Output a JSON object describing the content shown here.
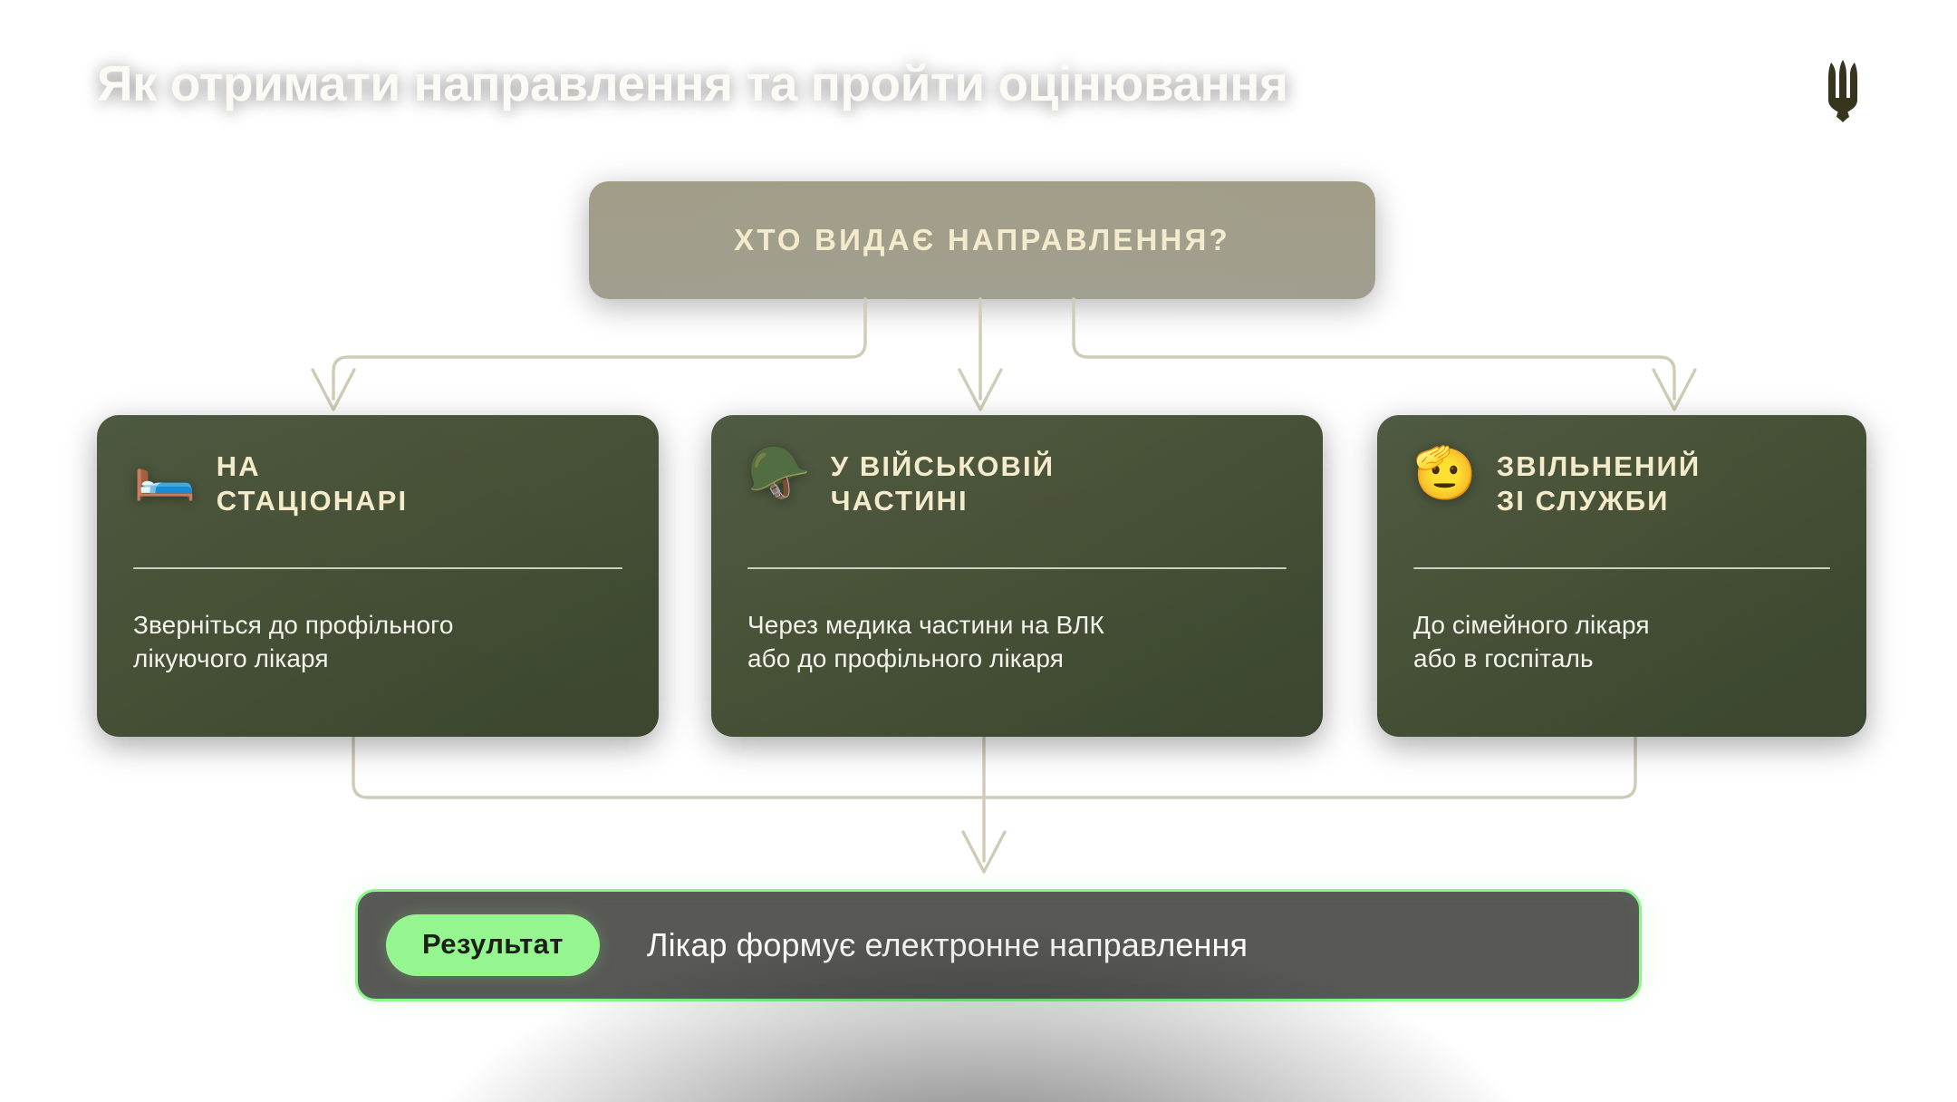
{
  "header": {
    "title": "Як отримати направлення та пройти оцінювання",
    "logo_icon": "ukraine-trident-shield-icon"
  },
  "flow": {
    "question_box": {
      "label": "ХТО ВИДАЄ НАПРАВЛЕННЯ?"
    },
    "cards": [
      {
        "emoji": "🛏️",
        "emoji_name": "bed-icon",
        "title": "НА\nСТАЦІОНАРІ",
        "body": "Зверніться до профільного\nлікуючого лікаря"
      },
      {
        "emoji": "🪖",
        "emoji_name": "military-helmet-icon",
        "title": "У ВІЙСЬКОВІЙ\nЧАСТИНІ",
        "body": "Через медика частини на ВЛК\nабо до профільного лікаря"
      },
      {
        "emoji": "🫡",
        "emoji_name": "saluting-face-icon",
        "title": "ЗВІЛЬНЕНИЙ\nЗІ СЛУЖБИ",
        "body": "До сімейного лікаря\nабо в госпіталь"
      }
    ],
    "result": {
      "pill_label": "Результат",
      "text": "Лікар формує електронне направлення"
    }
  },
  "colors": {
    "background_top": "#3b3829",
    "background_bottom": "#181713",
    "card_green": "#475136",
    "question_box": "#6e684a",
    "cream_text": "#F4EBCB",
    "white_text": "#FBFAF4",
    "accent_green": "#8CF58B",
    "pill_green": "#95F58F",
    "connector_line": "#CFCBB6"
  }
}
